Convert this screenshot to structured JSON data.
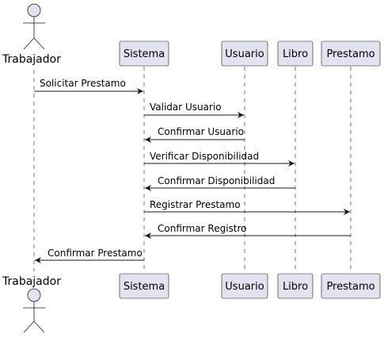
{
  "diagram": {
    "actor": {
      "label": "Trabajador"
    },
    "participants": [
      {
        "label": "Sistema"
      },
      {
        "label": "Usuario"
      },
      {
        "label": "Libro"
      },
      {
        "label": "Prestamo"
      }
    ],
    "messages": [
      {
        "label": "Solicitar Prestamo",
        "from": "Trabajador",
        "to": "Sistema"
      },
      {
        "label": "Validar Usuario",
        "from": "Sistema",
        "to": "Usuario"
      },
      {
        "label": "Confirmar Usuario",
        "from": "Usuario",
        "to": "Sistema"
      },
      {
        "label": "Verificar Disponibilidad",
        "from": "Sistema",
        "to": "Libro"
      },
      {
        "label": "Confirmar Disponibilidad",
        "from": "Libro",
        "to": "Sistema"
      },
      {
        "label": "Registrar Prestamo",
        "from": "Sistema",
        "to": "Prestamo"
      },
      {
        "label": "Confirmar Registro",
        "from": "Prestamo",
        "to": "Sistema"
      },
      {
        "label": "Confirmar Prestamo",
        "from": "Sistema",
        "to": "Trabajador"
      }
    ],
    "colors": {
      "participant_fill": "#E2E2F0",
      "participant_border": "#181818",
      "lifeline": "#181818",
      "message": "#181818"
    }
  }
}
